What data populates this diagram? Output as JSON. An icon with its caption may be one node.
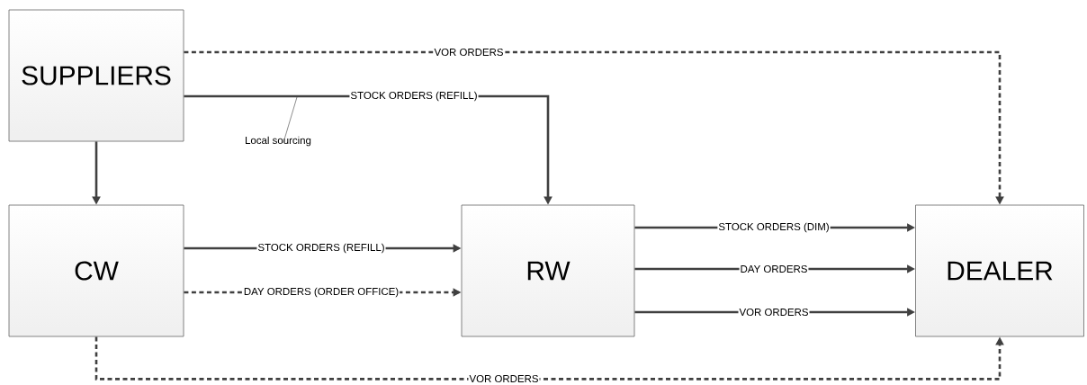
{
  "diagram": {
    "nodes": [
      {
        "text": [
          "SUPPLIERS"
        ]
      },
      {
        "text": [
          "CW"
        ]
      },
      {
        "text": [
          "RW"
        ]
      },
      {
        "text": [
          "DEALER"
        ]
      },
      {
        "text": [
          "Local sourcing"
        ]
      }
    ],
    "edges": [
      {
        "from": 0,
        "to": 3,
        "arrow": "to",
        "label": "VOR ORDERS",
        "style": "dashed"
      },
      {
        "from": 0,
        "to": 2,
        "arrow": "to",
        "label": "STOCK ORDERS (REFILL)"
      },
      {
        "from": 0,
        "to": 1,
        "arrow": "to"
      },
      {
        "from": 1,
        "to": 2,
        "arrow": "to",
        "label": "STOCK ORDERS (REFILL)"
      },
      {
        "from": 1,
        "to": 2,
        "arrow": "to",
        "label": "DAY ORDERS (ORDER OFFICE)",
        "style": "dashed"
      },
      {
        "from": 2,
        "to": 3,
        "arrow": "to",
        "label": "STOCK ORDERS (DIM)"
      },
      {
        "from": 2,
        "to": 3,
        "arrow": "to",
        "label": "DAY ORDERS"
      },
      {
        "from": 2,
        "to": 3,
        "arrow": "to",
        "label": "VOR ORDERS"
      },
      {
        "from": 1,
        "to": 3,
        "arrow": "to",
        "label": "VOR ORDERS",
        "style": "dashed"
      },
      {
        "from": 4,
        "to": null,
        "arrow": "none"
      }
    ]
  }
}
